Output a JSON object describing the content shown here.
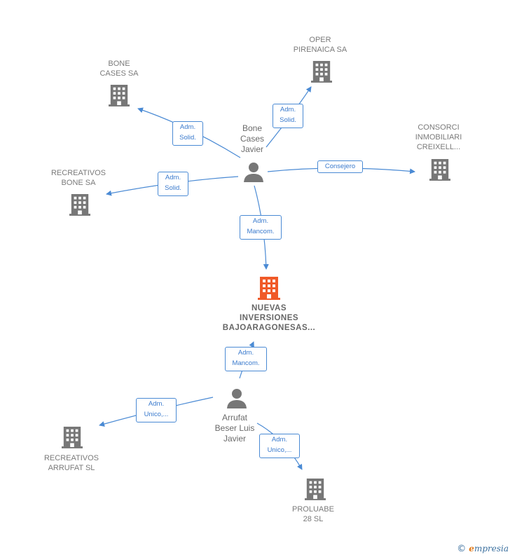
{
  "colors": {
    "edge": "#4a8ad4",
    "company": "#777777",
    "center": "#f05a28",
    "person": "#777777"
  },
  "nodes": {
    "center": {
      "label": "NUEVAS\nINVERSIONES\nBAJOARAGONESAS...",
      "icon": "building-icon"
    },
    "oper": {
      "label": "OPER\nPIRENAICA SA",
      "icon": "building-icon"
    },
    "bone_cases": {
      "label": "BONE\nCASES SA",
      "icon": "building-icon"
    },
    "consorci": {
      "label": "CONSORCI\nINMOBILIARI\nCREIXELL...",
      "icon": "building-icon"
    },
    "recreativos_bone": {
      "label": "RECREATIVOS\nBONE SA",
      "icon": "building-icon"
    },
    "recreativos_arrufat": {
      "label": "RECREATIVOS\nARRUFAT SL",
      "icon": "building-icon"
    },
    "proluabe": {
      "label": "PROLUABE\n28  SL",
      "icon": "building-icon"
    },
    "person_bone": {
      "label": "Bone\nCases\nJavier",
      "icon": "person-icon"
    },
    "person_arrufat": {
      "label": "Arrufat\nBeser Luis\nJavier",
      "icon": "person-icon"
    }
  },
  "edges": {
    "to_oper": "Adm.\nSolid.",
    "to_bone_cases": "Adm.\nSolid.",
    "to_consorci": "Consejero",
    "to_recreativos_bone": "Adm.\nSolid.",
    "to_center_bone": "Adm.\nMancom.",
    "to_center_arrufat": "Adm.\nMancom.",
    "to_recreativos_arrufat": "Adm.\nUnico,...",
    "to_proluabe": "Adm.\nUnico,..."
  },
  "footer": {
    "copyright": "©",
    "brand_first": "e",
    "brand_rest": "mpresia"
  }
}
